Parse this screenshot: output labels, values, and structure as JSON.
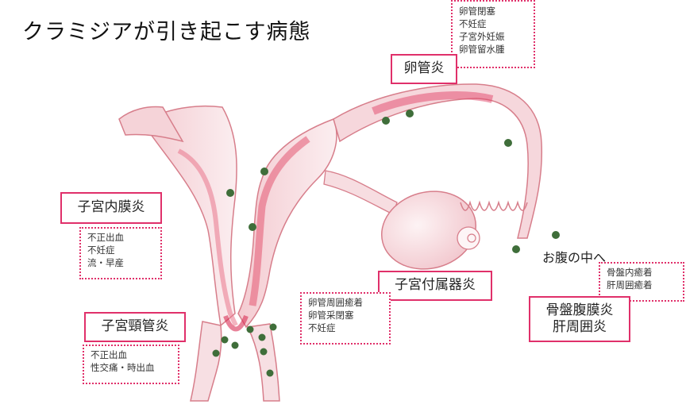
{
  "title": "クラミジアが引き起こす病態",
  "colors": {
    "accent": "#e0306a",
    "tissue": "#e8a2ad",
    "bacteria": "#3f6e3a"
  },
  "labels": {
    "tubal": {
      "title": "卵管炎",
      "items": [
        "卵管閉塞",
        "不妊症",
        "子宮外妊娠",
        "卵管留水腫"
      ]
    },
    "endometritis": {
      "title": "子宮内膜炎",
      "items": [
        "不正出血",
        "不妊症",
        "流・早産"
      ]
    },
    "adnexitis": {
      "title": "子宮付属器炎",
      "items": [
        "卵管周囲癒着",
        "卵管采閉塞",
        "不妊症"
      ]
    },
    "cervicitis": {
      "title": "子宮頸管炎",
      "items": [
        "不正出血",
        "性交痛・時出血"
      ]
    },
    "peritonitis": {
      "title_lines": [
        "骨盤腹膜炎",
        "肝周囲炎"
      ],
      "items": [
        "骨盤内癒着",
        "肝周囲癒着"
      ]
    },
    "abdomen": "お腹の中へ"
  }
}
